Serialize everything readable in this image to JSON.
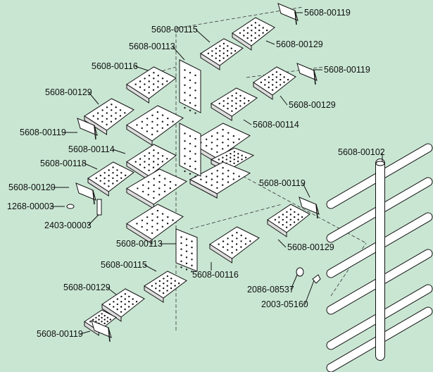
{
  "diagram": {
    "background_color": "#c9e6d3",
    "part_labels": [
      "5608-00119",
      "5608-00115",
      "5608-00129",
      "5608-00113",
      "5608-00116",
      "5608-00119",
      "5608-00129",
      "5608-00129",
      "5608-00114",
      "5608-00119",
      "5608-00114",
      "5608-00118",
      "5608-00102",
      "5608-00120",
      "5608-00119",
      "1268-00003",
      "2403-00003",
      "5608-00113",
      "5608-00129",
      "5608-00115",
      "5608-00116",
      "5608-00129",
      "2086-08537",
      "2003-05160",
      "5608-00119"
    ]
  }
}
